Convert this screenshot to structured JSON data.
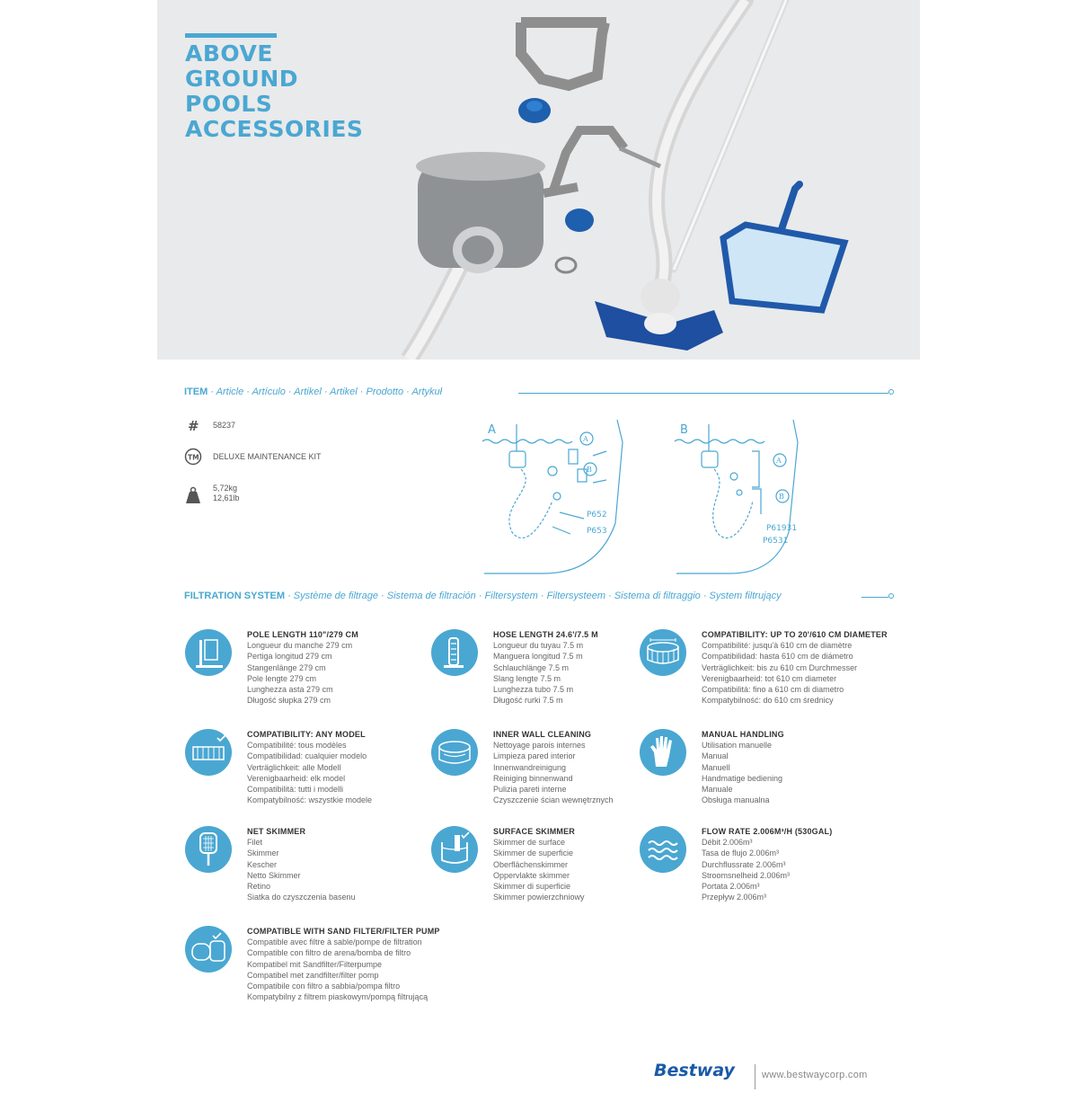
{
  "hero": {
    "title_lines": [
      "ABOVE",
      "GROUND",
      "POOLS",
      "ACCESSORIES"
    ]
  },
  "item_section": {
    "label": "ITEM",
    "translations": " · Article · Artículo · Artikel · Artikel · Prodotto · Artykuł"
  },
  "specs": {
    "code": "58237",
    "name": "DELUXE MAINTENANCE KIT",
    "weight_kg": "5,72kg",
    "weight_lb": "12,61lb",
    "icons": [
      "hash-icon",
      "trademark-icon",
      "weight-icon"
    ]
  },
  "diagrams": {
    "a": {
      "letter": "A",
      "callouts": [
        "A",
        "B"
      ],
      "parts": [
        "P652",
        "P653"
      ]
    },
    "b": {
      "letter": "B",
      "callouts": [
        "A",
        "B"
      ],
      "parts": [
        "P61931",
        "P6531"
      ]
    }
  },
  "filtration_section": {
    "label": "FILTRATION SYSTEM",
    "translations": " · Système de filtrage · Sistema de filtración · Filtersystem · Filtersysteem · Sistema di filtraggio · System filtrujący"
  },
  "features": [
    {
      "icon": "pole-icon",
      "heading": "POLE LENGTH 110\"/279 CM",
      "lines": [
        "Longueur du manche 279 cm",
        "Pertiga longitud 279 cm",
        "Stangenlänge 279 cm",
        "Pole lengte 279 cm",
        "Lunghezza asta 279 cm",
        "Długość słupka 279 cm"
      ]
    },
    {
      "icon": "hose-icon",
      "heading": "HOSE LENGTH 24.6'/7.5 M",
      "lines": [
        "Longueur du tuyau 7.5 m",
        "Manguera longitud 7.5 m",
        "Schlauchlänge 7.5 m",
        "Slang lengte 7.5 m",
        "Lunghezza tubo 7.5 m",
        "Długość rurki 7.5 m"
      ]
    },
    {
      "icon": "pool-size-icon",
      "heading": "COMPATIBILITY: UP TO 20'/610 CM DIAMETER",
      "lines": [
        "Compatibilité: jusqu'à 610 cm de diamètre",
        "Compatibilidad: hasta 610 cm de diámetro",
        "Verträglichkeit: bis zu 610 cm Durchmesser",
        "Verenigbaarheid: tot 610 cm diameter",
        "Compatibilità: fino a 610 cm di diametro",
        "Kompatybilność: do 610 cm średnicy"
      ]
    },
    {
      "icon": "any-model-icon",
      "heading": "COMPATIBILITY: ANY MODEL",
      "lines": [
        "Compatibilité: tous modèles",
        "Compatibilidad: cualquier modelo",
        "Verträglichkeit: alle Modell",
        "Verenigbaarheid: elk model",
        "Compatibilità: tutti i modelli",
        "Kompatybilność: wszystkie modele"
      ]
    },
    {
      "icon": "wall-cleaning-icon",
      "heading": "INNER WALL CLEANING",
      "lines": [
        "Nettoyage parois internes",
        "Limpieza pared interior",
        "Innenwandreinigung",
        "Reiniging binnenwand",
        "Pulizia pareti interne",
        "Czyszczenie ścian wewnętrznych"
      ]
    },
    {
      "icon": "hand-icon",
      "heading": "MANUAL HANDLING",
      "lines": [
        "Utilisation manuelle",
        "Manual",
        "Manuell",
        "Handmatige bediening",
        "Manuale",
        "Obsługa manualna"
      ]
    },
    {
      "icon": "net-icon",
      "heading": "NET SKIMMER",
      "lines": [
        "Filet",
        "Skimmer",
        "Kescher",
        "Netto Skimmer",
        "Retino",
        "Siatka do czyszczenia basenu"
      ]
    },
    {
      "icon": "surface-skimmer-icon",
      "heading": "SURFACE SKIMMER",
      "lines": [
        "Skimmer de surface",
        "Skimmer de superficie",
        "Oberflächenskimmer",
        "Oppervlakte skimmer",
        "Skimmer di superficie",
        "Skimmer powierzchniowy"
      ]
    },
    {
      "icon": "flow-icon",
      "heading": "FLOW RATE 2.006M³/H (530GAL)",
      "lines": [
        "Débit 2.006m³",
        "Tasa de flujo 2.006m³",
        "Durchflussrate 2.006m³",
        "Stroomsnelheid 2.006m³",
        "Portata 2.006m³",
        "Przepływ 2.006m³"
      ]
    },
    {
      "icon": "filter-pump-icon",
      "heading": "COMPATIBLE WITH SAND FILTER/FILTER PUMP",
      "lines": [
        "Compatible avec filtre à sable/pompe de filtration",
        "Compatible con filtro de arena/bomba de filtro",
        "Kompatibel mit Sandfilter/Filterpumpe",
        "Compatibel met zandfilter/filter pomp",
        "Compatibile con filtro a sabbia/pompa filtro",
        "Kompatybilny z filtrem piaskowym/pompą filtrującą"
      ]
    }
  ],
  "footer": {
    "brand": "Bestway",
    "url": "www.bestwaycorp.com"
  }
}
